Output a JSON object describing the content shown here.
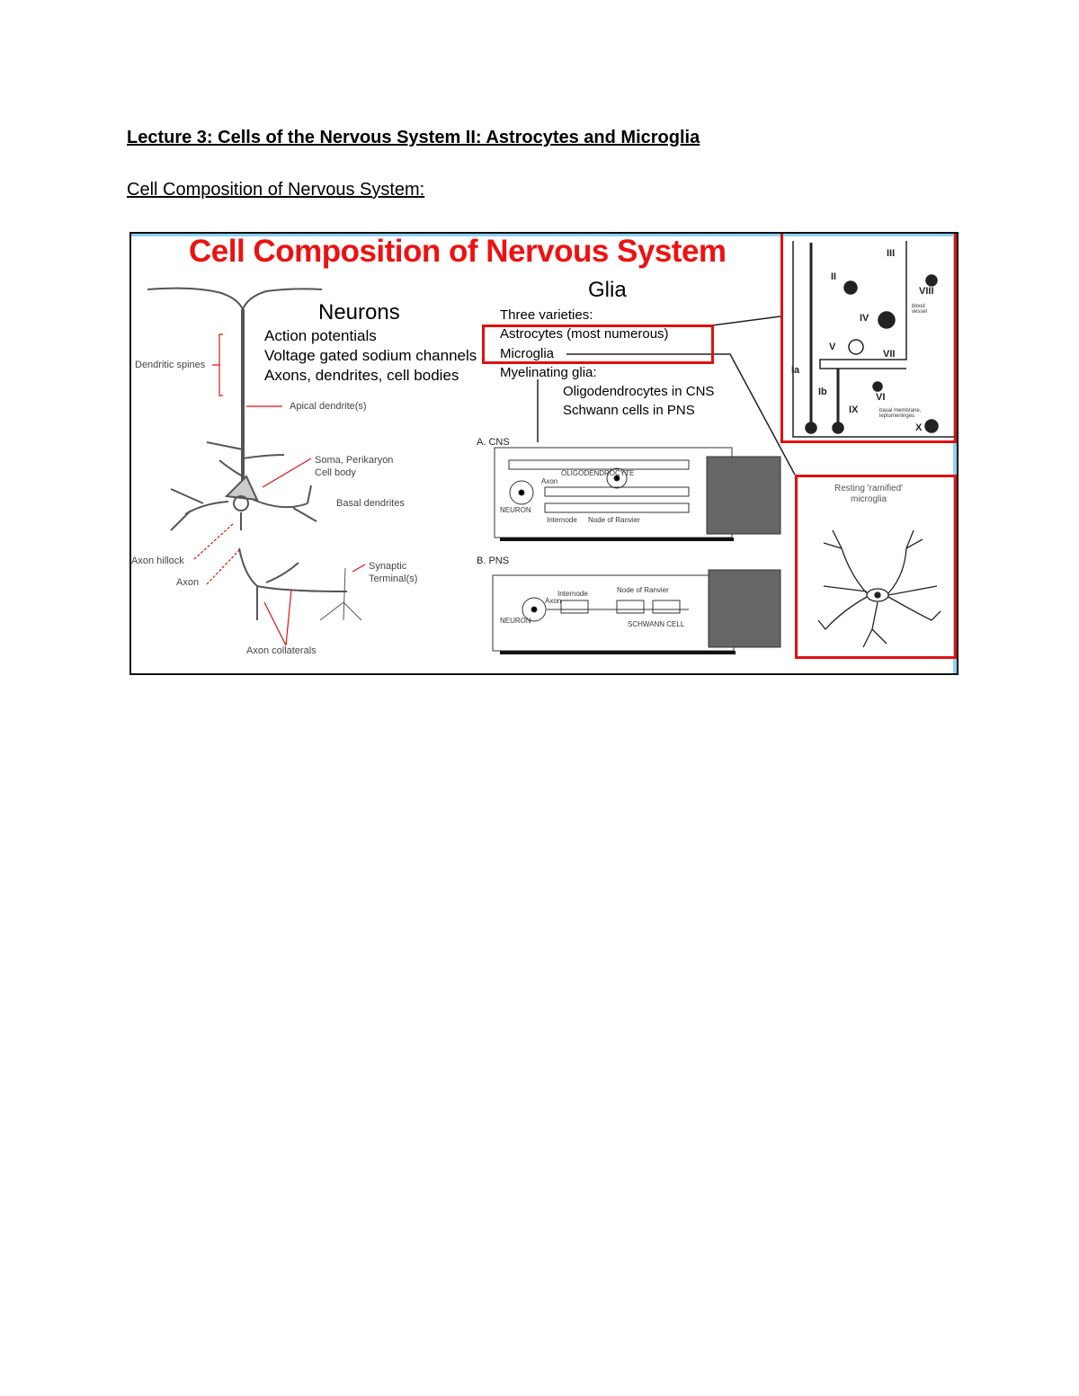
{
  "document": {
    "title": "Lecture 3: Cells of the Nervous System II: Astrocytes and Microglia",
    "section_heading": "Cell Composition of Nervous System:"
  },
  "slide": {
    "title": "Cell Composition of Nervous System",
    "neurons": {
      "heading": "Neurons",
      "points": [
        "Action potentials",
        "Voltage gated sodium channels",
        "Axons, dendrites, cell bodies"
      ],
      "labels": {
        "dendritic_spines": "Dendritic spines",
        "apical_dendrite": "Apical dendrite(s)",
        "soma": "Soma, Perikaryon",
        "cell_body": "Cell body",
        "basal_dendrites": "Basal dendrites",
        "axon_hillock": "Axon hillock",
        "axon": "Axon",
        "synaptic_terminals_1": "Synaptic",
        "synaptic_terminals_2": "Terminal(s)",
        "axon_collaterals": "Axon collaterals"
      }
    },
    "glia": {
      "heading": "Glia",
      "three_varieties": "Three varieties:",
      "astrocytes": "Astrocytes (most numerous)",
      "microglia": "Microglia",
      "myelinating": "Myelinating glia:",
      "oligodendrocytes": "Oligodendrocytes in CNS",
      "schwann": "Schwann cells in PNS"
    },
    "cns_panel": {
      "label": "A.  CNS",
      "oligo": "OLIGODENDROCYTE",
      "axon": "Axon",
      "neuron": "NEURON",
      "internode": "Internode",
      "node": "Node of Ranvier"
    },
    "pns_panel": {
      "label": "B.  PNS",
      "internode": "Internode",
      "axon": "Axon",
      "neuron": "NEURON",
      "node": "Node of Ranvier",
      "schwann": "SCHWANN CELL"
    },
    "astrocyte_panel": {
      "types": [
        "Ia",
        "Ib",
        "II",
        "III",
        "IV",
        "V",
        "VI",
        "VII",
        "VIII",
        "IX",
        "X"
      ],
      "blood_vessel": "blood vessel",
      "basal_membrane": "basal membrane, leptomeninges"
    },
    "microglia_panel": {
      "caption_1": "Resting 'ramified'",
      "caption_2": "microglia"
    },
    "colors": {
      "title_red": "#ee1111",
      "highlight_red": "#e01010",
      "slide_edge_blue": "#8fd0ee"
    }
  }
}
